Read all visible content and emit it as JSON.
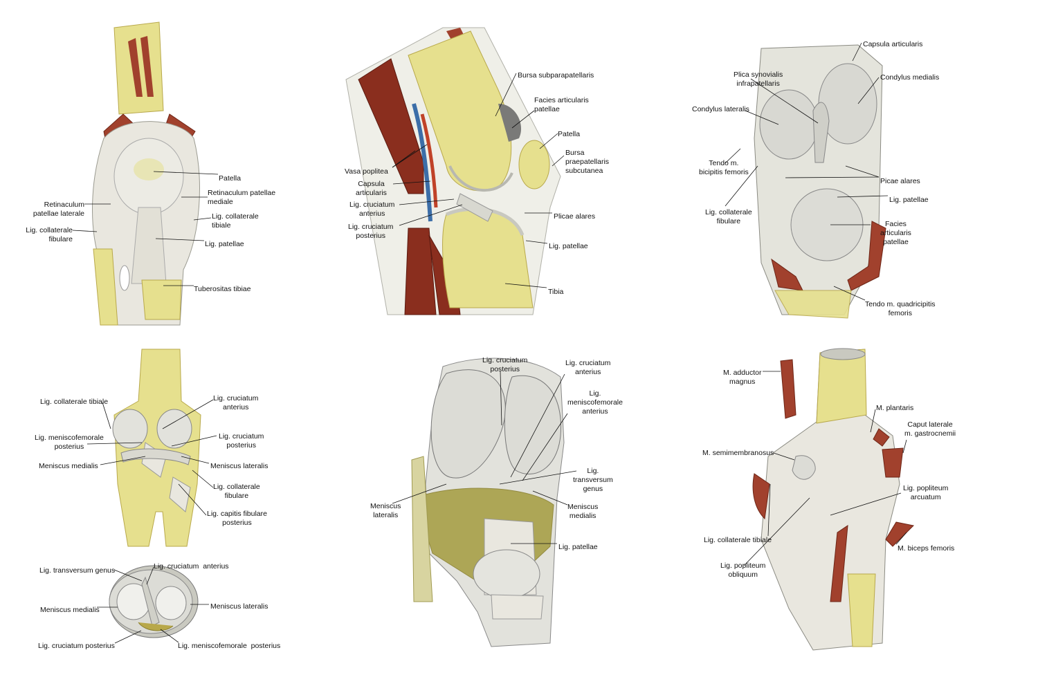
{
  "colors": {
    "bone": "#e6e08e",
    "bone_dark": "#b8a84a",
    "cartilage": "#dcdcd4",
    "ligament": "#e9e7df",
    "muscle": "#a1412d",
    "muscle_dark": "#6d2516",
    "vein": "#3c6ea8",
    "artery": "#c04228",
    "line": "#111111"
  },
  "figures": [
    {
      "id": "anterior-view",
      "labels": [
        "Patella",
        "Retinaculum\npatellae laterale",
        "Retinaculum patellae\nmediale",
        "Lig. collaterale\nfibulare",
        "Lig. collaterale\ntibiale",
        "Lig. patellae",
        "Tuberositas tibiae"
      ]
    },
    {
      "id": "sagittal-section",
      "labels": [
        "Bursa subparapatellaris",
        "Facies articularis\npatellae",
        "Patella",
        "Bursa\npraepatellaris\nsubcutanea",
        "Vasa poplitea",
        "Capsula\narticularis",
        "Lig. cruciatum\nanterius",
        "Lig. cruciatum\nposterius",
        "Plicae alares",
        "Lig. patellae",
        "Tibia"
      ]
    },
    {
      "id": "opened-capsule",
      "labels": [
        "Capsula articularis",
        "Plica synovialis\ninfrapatellaris",
        "Condylus medialis",
        "Condylus lateralis",
        "Tendo m.\nbicipitis femoris",
        "Picae alares",
        "Lig. collaterale\nfibulare",
        "Lig. patellae",
        "Facies\narticularis\npatellae",
        "Tendo m. quadricipitis\nfemoris"
      ]
    },
    {
      "id": "posterior-flexed",
      "labels": [
        "Lig. collaterale tibiale",
        "Lig. cruciatum\nanterius",
        "Lig. meniscofemorale\nposterius",
        "Lig. cruciatum\nposterius",
        "Meniscus medialis",
        "Meniscus lateralis",
        "Lig. collaterale\nfibulare",
        "Lig. capitis fibulare\nposterius"
      ]
    },
    {
      "id": "tibial-plateau",
      "labels": [
        "Lig. transversum genus",
        "Lig. cruciatum  anterius",
        "Meniscus medialis",
        "Meniscus lateralis",
        "Lig. cruciatum posterius",
        "Lig. meniscofemorale  posterius"
      ]
    },
    {
      "id": "anterior-flexed",
      "labels": [
        "Lig. cruciatum\nposterius",
        "Lig. cruciatum\nanterius",
        "Lig.\nmeniscofemorale\nanterius",
        "Lig.\ntransversum\ngenus",
        "Meniscus\nlateralis",
        "Meniscus\nmedialis",
        "Lig. patellae"
      ]
    },
    {
      "id": "posterior-view",
      "labels": [
        "M. adductor\nmagnus",
        "M. plantaris",
        "Caput laterale\nm. gastrocnemii",
        "M. semimembranosus",
        "Lig. popliteum\narcuatum",
        "Lig. collaterale tibiale",
        "M. biceps femoris",
        "Lig. popliteum\nobliquum"
      ]
    }
  ]
}
